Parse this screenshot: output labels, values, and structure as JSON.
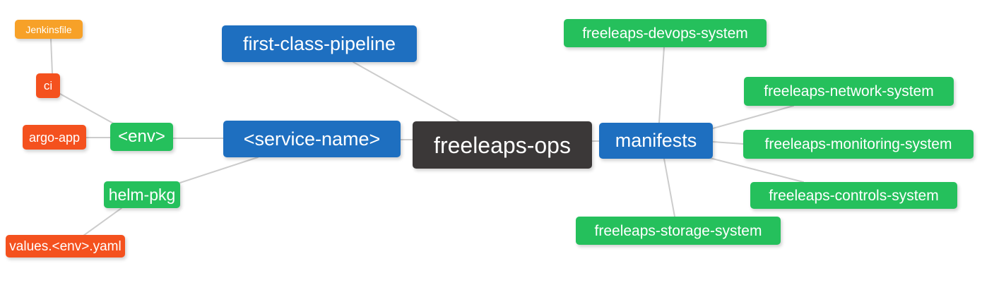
{
  "colors": {
    "orange": "#f7a128",
    "red": "#f4511e",
    "green": "#25c05c",
    "blue": "#1e6fc0",
    "dark": "#3b3838",
    "edge": "#cccccc",
    "background": "#ffffff"
  },
  "nodes": {
    "jenkinsfile": {
      "label": "Jenkinsfile"
    },
    "ci": {
      "label": "ci"
    },
    "argo_app": {
      "label": "argo-app"
    },
    "env": {
      "label": "<env>"
    },
    "helm_pkg": {
      "label": "helm-pkg"
    },
    "values_env_yaml": {
      "label": "values.<env>.yaml"
    },
    "first_class_pipeline": {
      "label": "first-class-pipeline"
    },
    "service_name": {
      "label": "<service-name>"
    },
    "freeleaps_ops": {
      "label": "freeleaps-ops"
    },
    "manifests": {
      "label": "manifests"
    },
    "devops_system": {
      "label": "freeleaps-devops-system"
    },
    "network_system": {
      "label": "freeleaps-network-system"
    },
    "monitoring_system": {
      "label": "freeleaps-monitoring-system"
    },
    "controls_system": {
      "label": "freeleaps-controls-system"
    },
    "storage_system": {
      "label": "freeleaps-storage-system"
    }
  },
  "edges": [
    {
      "from": "jenkinsfile",
      "to": "ci"
    },
    {
      "from": "ci",
      "to": "env"
    },
    {
      "from": "argo_app",
      "to": "env"
    },
    {
      "from": "env",
      "to": "service_name"
    },
    {
      "from": "service_name",
      "to": "helm_pkg"
    },
    {
      "from": "helm_pkg",
      "to": "values_env_yaml"
    },
    {
      "from": "first_class_pipeline",
      "to": "freeleaps_ops"
    },
    {
      "from": "service_name",
      "to": "freeleaps_ops"
    },
    {
      "from": "freeleaps_ops",
      "to": "manifests"
    },
    {
      "from": "manifests",
      "to": "devops_system"
    },
    {
      "from": "manifests",
      "to": "network_system"
    },
    {
      "from": "manifests",
      "to": "monitoring_system"
    },
    {
      "from": "manifests",
      "to": "controls_system"
    },
    {
      "from": "manifests",
      "to": "storage_system"
    }
  ]
}
